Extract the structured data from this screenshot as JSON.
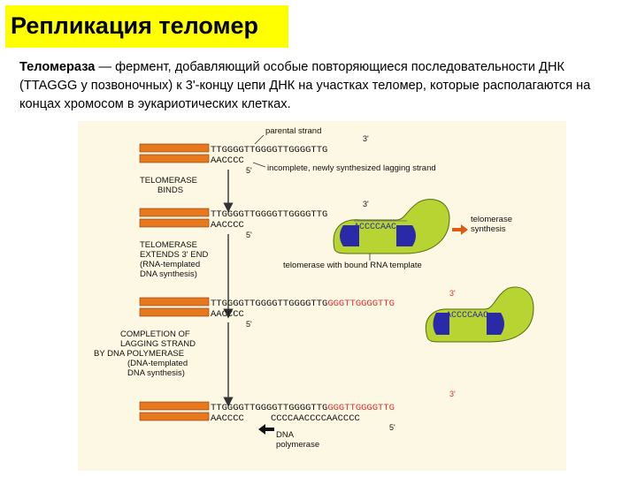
{
  "title": "Репликация теломер",
  "description": {
    "term": "Теломераза",
    "text": " — фермент, добавляющий особые повторяющиеся последовательности ДНК (TTAGGG у позвоночных) к 3'-концу цепи ДНК на участках теломер, которые располагаются на концах хромосом в эукариотических клетках."
  },
  "figure": {
    "parental_strand": "parental strand",
    "incomplete_label": "incomplete, newly synthesized lagging strand",
    "telomerase_synthesis": "telomerase\nsynthesis",
    "telomerase_template_label": "telomerase with bound RNA template",
    "dna_polymerase": "DNA\npolymerase",
    "step_binds": "TELOMERASE\nBINDS",
    "step_extends": "TELOMERASE\nEXTENDS 3' END\n(RNA-templated\nDNA synthesis)",
    "step_completion": "COMPLETION OF\nLAGGING STRAND\nBY DNA POLYMERASE\n(DNA-templated\nDNA synthesis)",
    "s1_top": "TTGGGGTTGGGGTTGGGGTTG",
    "s1_bot": "AACCCC",
    "s2_top": "TTGGGGTTGGGGTTGGGGTTG",
    "s2_bot": "AACCCC",
    "s3_top": "TTGGGGTTGGGGTTGGGGTTG",
    "s3_ext": "GGGTTGGGGTTG",
    "s3_bot": "AACCCC",
    "s4_top": "TTGGGGTTGGGGTTGGGGTTG",
    "s4_ext": "GGGTTGGGGTTG",
    "s4_bot": "AACCCC",
    "s4_new": "CCCCAACCCCAACCCC",
    "rna_template_1": "ACCCCAAC",
    "rna_template_2": "ACCCCAAC",
    "end3": "3'",
    "end5": "5'",
    "colors": {
      "strand": "#e8781e",
      "enzyme": "#b7d432",
      "rna": "#2a2aa8",
      "extension": "#e03030",
      "arrow": "#e05a10",
      "highlight": "#ffff00"
    }
  }
}
